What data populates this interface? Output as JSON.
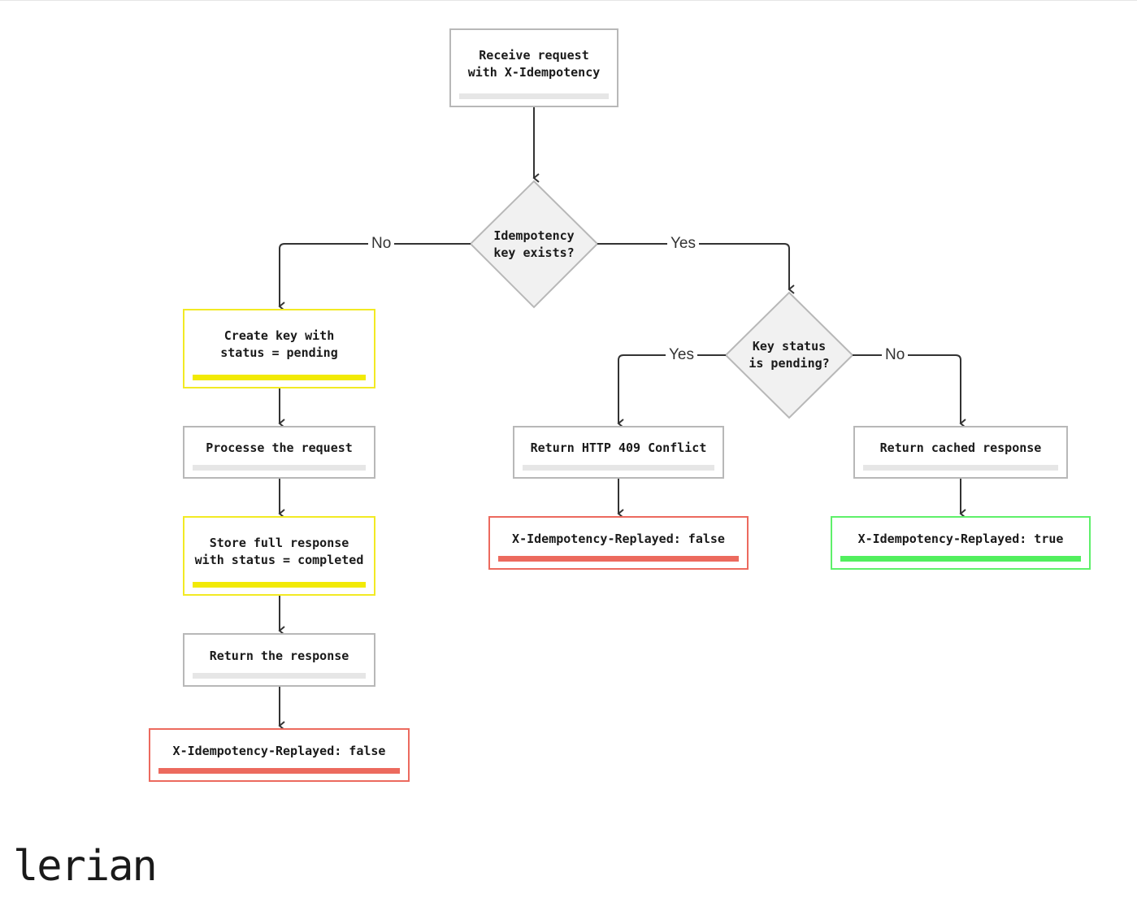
{
  "diagram": {
    "nodes": {
      "start": "Receive request\nwith X-Idempotency",
      "decision_exists": "Idempotency\nkey exists?",
      "create_key": "Create key with\nstatus = pending",
      "process": "Processe the request",
      "store": "Store full response\nwith status = completed",
      "return_response": "Return the response",
      "replayed_false_left": "X-Idempotency-Replayed: false",
      "decision_pending": "Key status\nis pending?",
      "return_409": "Return HTTP 409 Conflict",
      "replayed_false_mid": "X-Idempotency-Replayed: false",
      "return_cached": "Return cached response",
      "replayed_true": "X-Idempotency-Replayed: true"
    },
    "edge_labels": {
      "exists_no": "No",
      "exists_yes": "Yes",
      "pending_yes": "Yes",
      "pending_no": "No"
    },
    "colors": {
      "default": "#b8b8b8",
      "pending": "#f2ea06",
      "false": "#ec6a5e",
      "true": "#52ef5e",
      "decision_fill": "#f1f1f1",
      "edge": "#333333"
    }
  },
  "brand": {
    "logo": "lerian"
  }
}
